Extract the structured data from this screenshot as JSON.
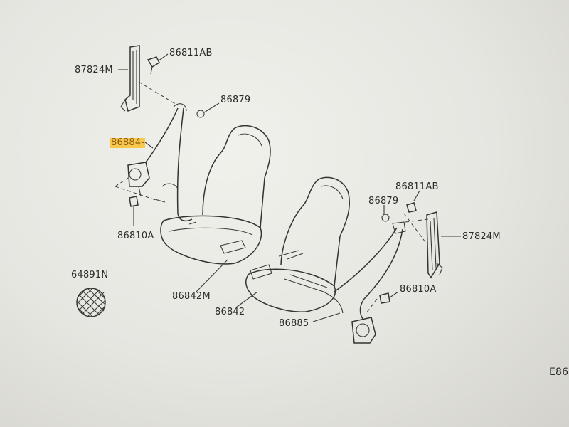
{
  "labels": {
    "l_87824M_left": "87824M",
    "l_86811AB_top": "86811AB",
    "l_86879_top": "86879",
    "l_86884": "86884-",
    "l_86810A_left": "86810A",
    "l_64891N": "64891N",
    "l_86842M": "86842M",
    "l_86842": "86842",
    "l_86885": "86885",
    "l_86811AB_right": "86811AB",
    "l_86879_right": "86879",
    "l_87824M_right": "87824M",
    "l_86810A_right": "86810A",
    "diagram_code": "E86"
  },
  "highlight_color": "#f7c84a",
  "line_color": "#333333"
}
